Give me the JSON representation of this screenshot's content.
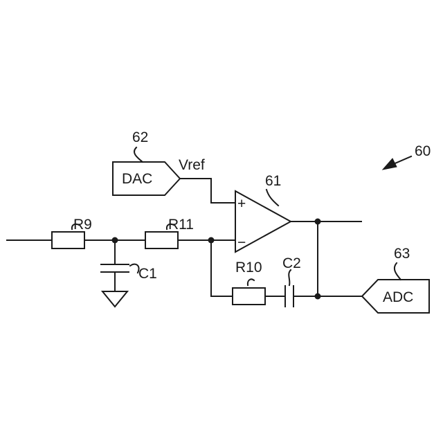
{
  "labels": {
    "dac": "DAC",
    "adc": "ADC",
    "vref": "Vref",
    "opamp_ref": "61",
    "dac_ref": "62",
    "adc_ref": "63",
    "circuit_ref": "60",
    "r9": "R9",
    "r10": "R10",
    "r11": "R11",
    "c1": "C1",
    "c2": "C2",
    "plus": "+",
    "minus": "−"
  },
  "colors": {
    "line": "#1a1a1a",
    "background": "#ffffff"
  }
}
